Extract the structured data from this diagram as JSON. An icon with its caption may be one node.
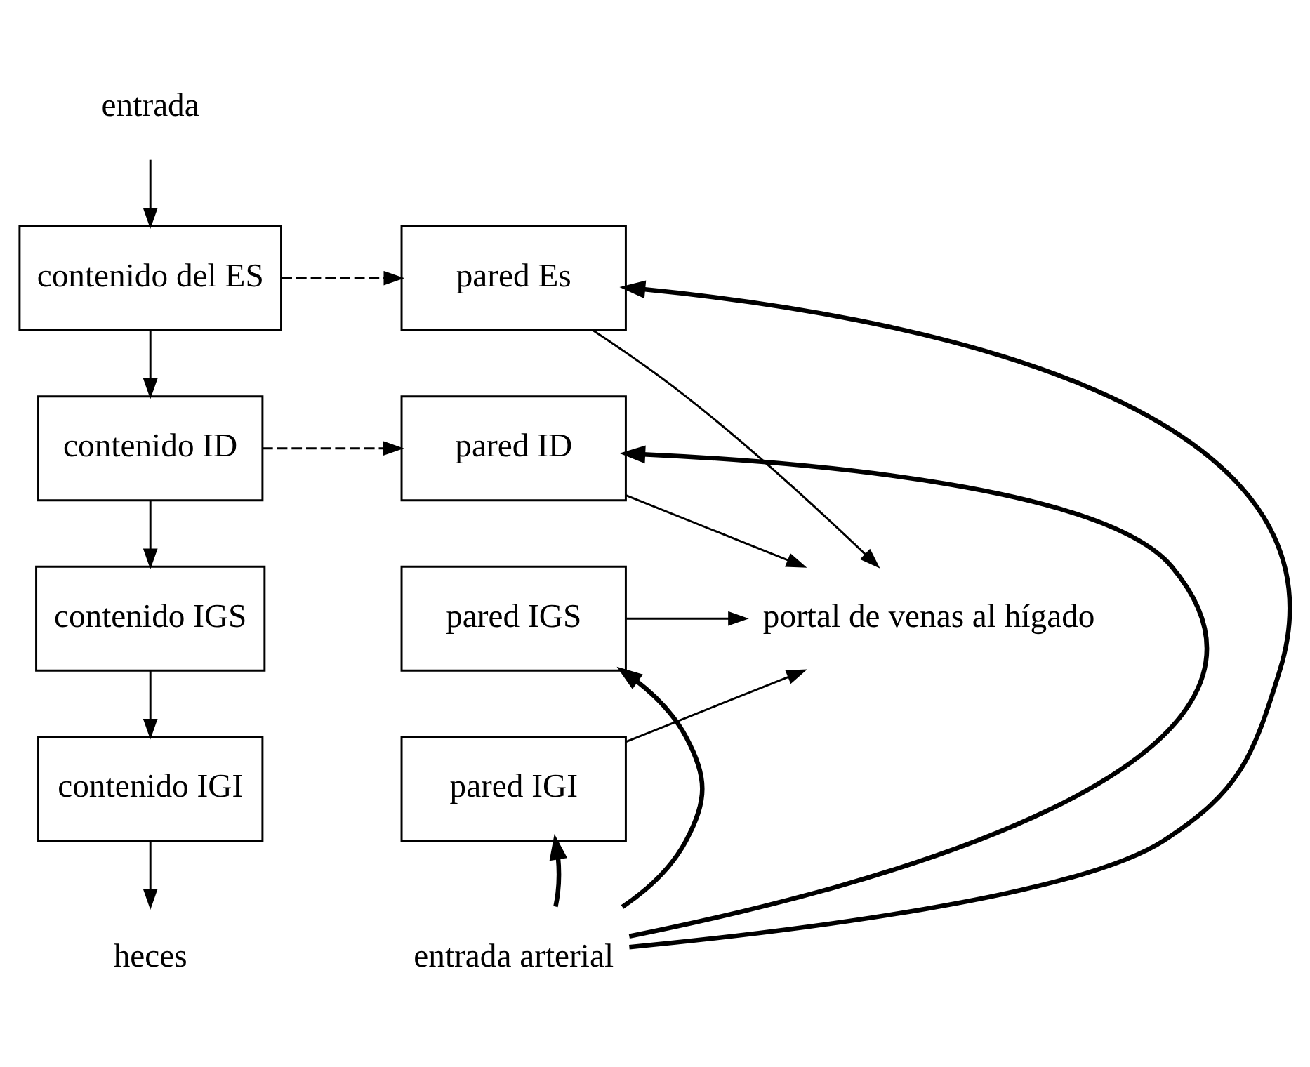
{
  "diagram": {
    "nodes": [
      {
        "text": [
          "entrada"
        ]
      },
      {
        "text": [
          "contenido del ES"
        ]
      },
      {
        "text": [
          "contenido ID"
        ]
      },
      {
        "text": [
          "contenido IGS"
        ]
      },
      {
        "text": [
          "contenido IGI"
        ]
      },
      {
        "text": [
          "heces"
        ]
      },
      {
        "text": [
          "pared Es"
        ]
      },
      {
        "text": [
          "pared ID"
        ]
      },
      {
        "text": [
          "pared IGS"
        ]
      },
      {
        "text": [
          "pared IGI"
        ]
      },
      {
        "text": [
          "entrada arterial"
        ]
      },
      {
        "text": [
          "portal de venas al hígado"
        ]
      }
    ],
    "edges": [
      {
        "from": 0,
        "to": 1,
        "arrow": "to"
      },
      {
        "from": 1,
        "to": 2,
        "arrow": "to"
      },
      {
        "from": 2,
        "to": 3,
        "arrow": "to"
      },
      {
        "from": 3,
        "to": 4,
        "arrow": "to"
      },
      {
        "from": 4,
        "to": 5,
        "arrow": "to"
      },
      {
        "from": 1,
        "to": 6,
        "arrow": "to",
        "style": "dashed"
      },
      {
        "from": 2,
        "to": 7,
        "arrow": "to",
        "style": "dashed"
      },
      {
        "from": 10,
        "to": 6,
        "arrow": "to",
        "style": "thick"
      },
      {
        "from": 10,
        "to": 7,
        "arrow": "to",
        "style": "thick"
      },
      {
        "from": 10,
        "to": 8,
        "arrow": "to",
        "style": "thick"
      },
      {
        "from": 10,
        "to": 9,
        "arrow": "to",
        "style": "thick"
      },
      {
        "from": 6,
        "to": 11,
        "arrow": "to"
      },
      {
        "from": 7,
        "to": 11,
        "arrow": "to"
      },
      {
        "from": 8,
        "to": 11,
        "arrow": "to"
      },
      {
        "from": 9,
        "to": 11,
        "arrow": "to"
      }
    ]
  }
}
